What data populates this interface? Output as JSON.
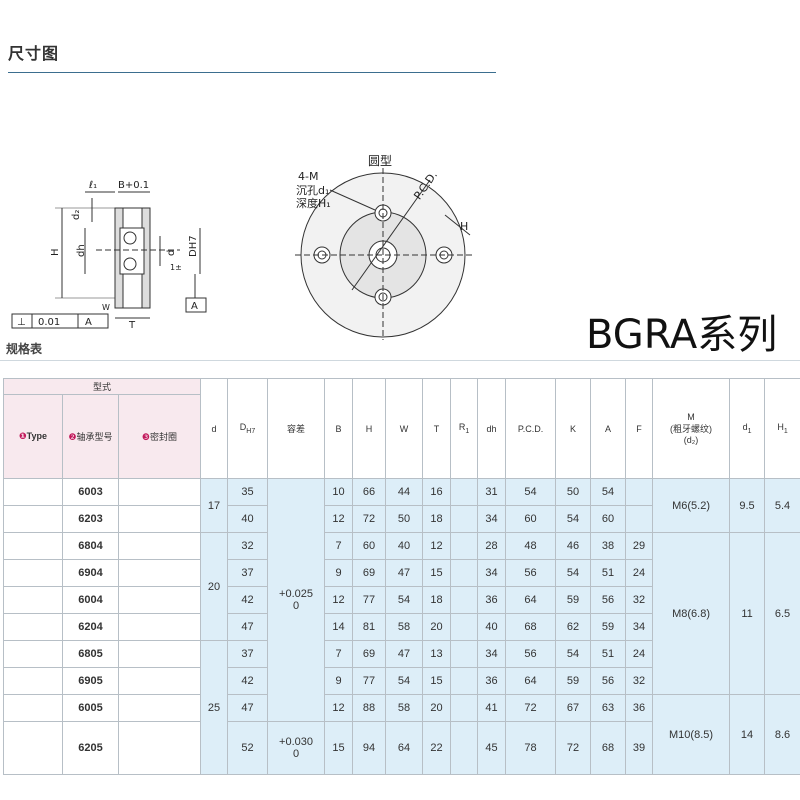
{
  "dimension_title": "尺寸图",
  "series_title": "BGRA系列",
  "spec_title": "规格表",
  "drawing": {
    "round_type_label": "圆型",
    "hole_label_1": "4-M",
    "hole_label_2": "沉孔d₁",
    "hole_label_3": "深度H₁",
    "pcd_label": "P.C.D.",
    "h_label": "H",
    "l1_label": "ℓ₁",
    "b_label": "B+0.1",
    "d2_label": "d₂",
    "dh_label": "dh",
    "d_label": "d",
    "dh7_label": "DH7",
    "t_label": "T",
    "w_label": "W",
    "h1_label": "1±",
    "a_ref": "A",
    "tolerance_symbol": "⊥",
    "tolerance_value": "0.01",
    "tolerance_ref": "A"
  },
  "table": {
    "group_header": "型式",
    "type_header": "Type",
    "bearing_header": "轴承型号",
    "seal_header": "密封圈",
    "headers": {
      "d": "d",
      "D": "D",
      "D_sub": "H7",
      "tol": "容差",
      "B": "B",
      "H": "H",
      "W": "W",
      "T": "T",
      "R": "R",
      "R_sub": "1",
      "dh": "dh",
      "pcd": "P.C.D.",
      "K": "K",
      "A": "A",
      "F": "F",
      "M1": "M",
      "M2": "(粗牙螺纹)",
      "M3": "(d₂)",
      "d1": "d",
      "d1_sub": "1",
      "H1": "H",
      "H1_sub": "1"
    },
    "rows": [
      {
        "model": "6003",
        "d": "17",
        "D": "35",
        "B": "10",
        "H": "66",
        "W": "44",
        "T": "16",
        "dh": "31",
        "pcd": "54",
        "K": "50",
        "A": "54",
        "F": ""
      },
      {
        "model": "6203",
        "D": "40",
        "B": "12",
        "H": "72",
        "W": "50",
        "T": "18",
        "dh": "34",
        "pcd": "60",
        "K": "54",
        "A": "60",
        "F": ""
      },
      {
        "model": "6804",
        "d": "20",
        "D": "32",
        "B": "7",
        "H": "60",
        "W": "40",
        "T": "12",
        "dh": "28",
        "pcd": "48",
        "K": "46",
        "A": "38",
        "F": "29"
      },
      {
        "model": "6904",
        "D": "37",
        "B": "9",
        "H": "69",
        "W": "47",
        "T": "15",
        "dh": "34",
        "pcd": "56",
        "K": "54",
        "A": "51",
        "F": "24"
      },
      {
        "model": "6004",
        "D": "42",
        "B": "12",
        "H": "77",
        "W": "54",
        "T": "18",
        "dh": "36",
        "pcd": "64",
        "K": "59",
        "A": "56",
        "F": "32"
      },
      {
        "model": "6204",
        "D": "47",
        "B": "14",
        "H": "81",
        "W": "58",
        "T": "20",
        "dh": "40",
        "pcd": "68",
        "K": "62",
        "A": "59",
        "F": "34"
      },
      {
        "model": "6805",
        "d": "25",
        "D": "37",
        "B": "7",
        "H": "69",
        "W": "47",
        "T": "13",
        "dh": "34",
        "pcd": "56",
        "K": "54",
        "A": "51",
        "F": "24"
      },
      {
        "model": "6905",
        "D": "42",
        "B": "9",
        "H": "77",
        "W": "54",
        "T": "15",
        "dh": "36",
        "pcd": "64",
        "K": "59",
        "A": "56",
        "F": "32"
      },
      {
        "model": "6005",
        "D": "47",
        "B": "12",
        "H": "88",
        "W": "58",
        "T": "20",
        "dh": "41",
        "pcd": "72",
        "K": "67",
        "A": "63",
        "F": "36"
      },
      {
        "model": "6205",
        "D": "52",
        "B": "15",
        "H": "94",
        "W": "64",
        "T": "22",
        "dh": "45",
        "pcd": "78",
        "K": "72",
        "A": "68",
        "F": "39"
      }
    ],
    "tol_a_line1": "+0.025",
    "tol_a_line2": "0",
    "tol_b_line1": "+0.030",
    "tol_b_line2": "0",
    "m_group1": "M6(5.2)",
    "d1_group1": "9.5",
    "h1_group1": "5.4",
    "m_group2": "M8(6.8)",
    "d1_group2": "11",
    "h1_group2": "6.5",
    "m_group3": "M10(8.5)",
    "d1_group3": "14",
    "h1_group3": "8.6"
  }
}
